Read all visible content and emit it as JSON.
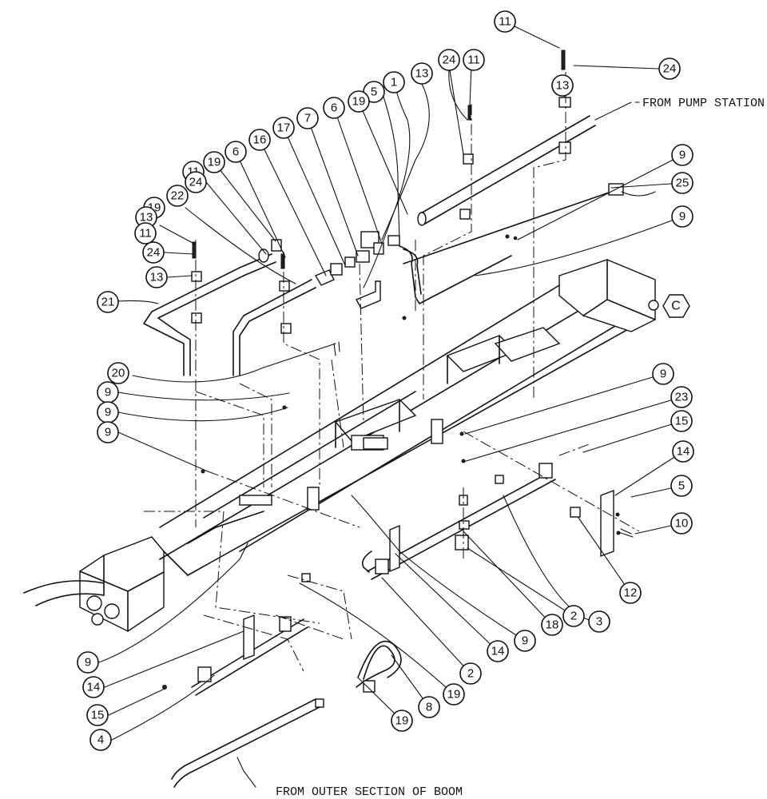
{
  "notes": {
    "pump_station": "FROM PUMP STATION",
    "outer_section": "FROM OUTER SECTION OF BOOM"
  },
  "view_marker": "C",
  "callouts": [
    {
      "id": "c-11-a",
      "label": "11"
    },
    {
      "id": "c-24-a",
      "label": "24"
    },
    {
      "id": "c-13-a",
      "label": "13"
    },
    {
      "id": "c-11-b",
      "label": "11"
    },
    {
      "id": "c-24-b",
      "label": "24"
    },
    {
      "id": "c-13-b",
      "label": "13"
    },
    {
      "id": "c-1-a",
      "label": "1"
    },
    {
      "id": "c-5-a",
      "label": "5"
    },
    {
      "id": "c-19-a",
      "label": "19"
    },
    {
      "id": "c-6-a",
      "label": "6"
    },
    {
      "id": "c-7-a",
      "label": "7"
    },
    {
      "id": "c-17-a",
      "label": "17"
    },
    {
      "id": "c-16-a",
      "label": "16"
    },
    {
      "id": "c-6-b",
      "label": "6"
    },
    {
      "id": "c-19-b",
      "label": "19"
    },
    {
      "id": "c-11-c",
      "label": "11"
    },
    {
      "id": "c-24-c",
      "label": "24"
    },
    {
      "id": "c-22-a",
      "label": "22"
    },
    {
      "id": "c-19-c",
      "label": "19"
    },
    {
      "id": "c-13-c",
      "label": "13"
    },
    {
      "id": "c-11-d",
      "label": "11"
    },
    {
      "id": "c-24-d",
      "label": "24"
    },
    {
      "id": "c-13-d",
      "label": "13"
    },
    {
      "id": "c-21-a",
      "label": "21"
    },
    {
      "id": "c-9-a",
      "label": "9"
    },
    {
      "id": "c-25-a",
      "label": "25"
    },
    {
      "id": "c-9-b",
      "label": "9"
    },
    {
      "id": "c-20-a",
      "label": "20"
    },
    {
      "id": "c-9-c",
      "label": "9"
    },
    {
      "id": "c-9-d",
      "label": "9"
    },
    {
      "id": "c-9-e",
      "label": "9"
    },
    {
      "id": "c-9-f",
      "label": "9"
    },
    {
      "id": "c-23-a",
      "label": "23"
    },
    {
      "id": "c-15-a",
      "label": "15"
    },
    {
      "id": "c-14-a",
      "label": "14"
    },
    {
      "id": "c-5-b",
      "label": "5"
    },
    {
      "id": "c-10-a",
      "label": "10"
    },
    {
      "id": "c-12-a",
      "label": "12"
    },
    {
      "id": "c-3-a",
      "label": "3"
    },
    {
      "id": "c-2-a",
      "label": "2"
    },
    {
      "id": "c-18-a",
      "label": "18"
    },
    {
      "id": "c-9-g",
      "label": "9"
    },
    {
      "id": "c-14-b",
      "label": "14"
    },
    {
      "id": "c-2-b",
      "label": "2"
    },
    {
      "id": "c-19-d",
      "label": "19"
    },
    {
      "id": "c-8-a",
      "label": "8"
    },
    {
      "id": "c-19-e",
      "label": "19"
    },
    {
      "id": "c-9-h",
      "label": "9"
    },
    {
      "id": "c-14-c",
      "label": "14"
    },
    {
      "id": "c-15-b",
      "label": "15"
    },
    {
      "id": "c-4-a",
      "label": "4"
    }
  ]
}
